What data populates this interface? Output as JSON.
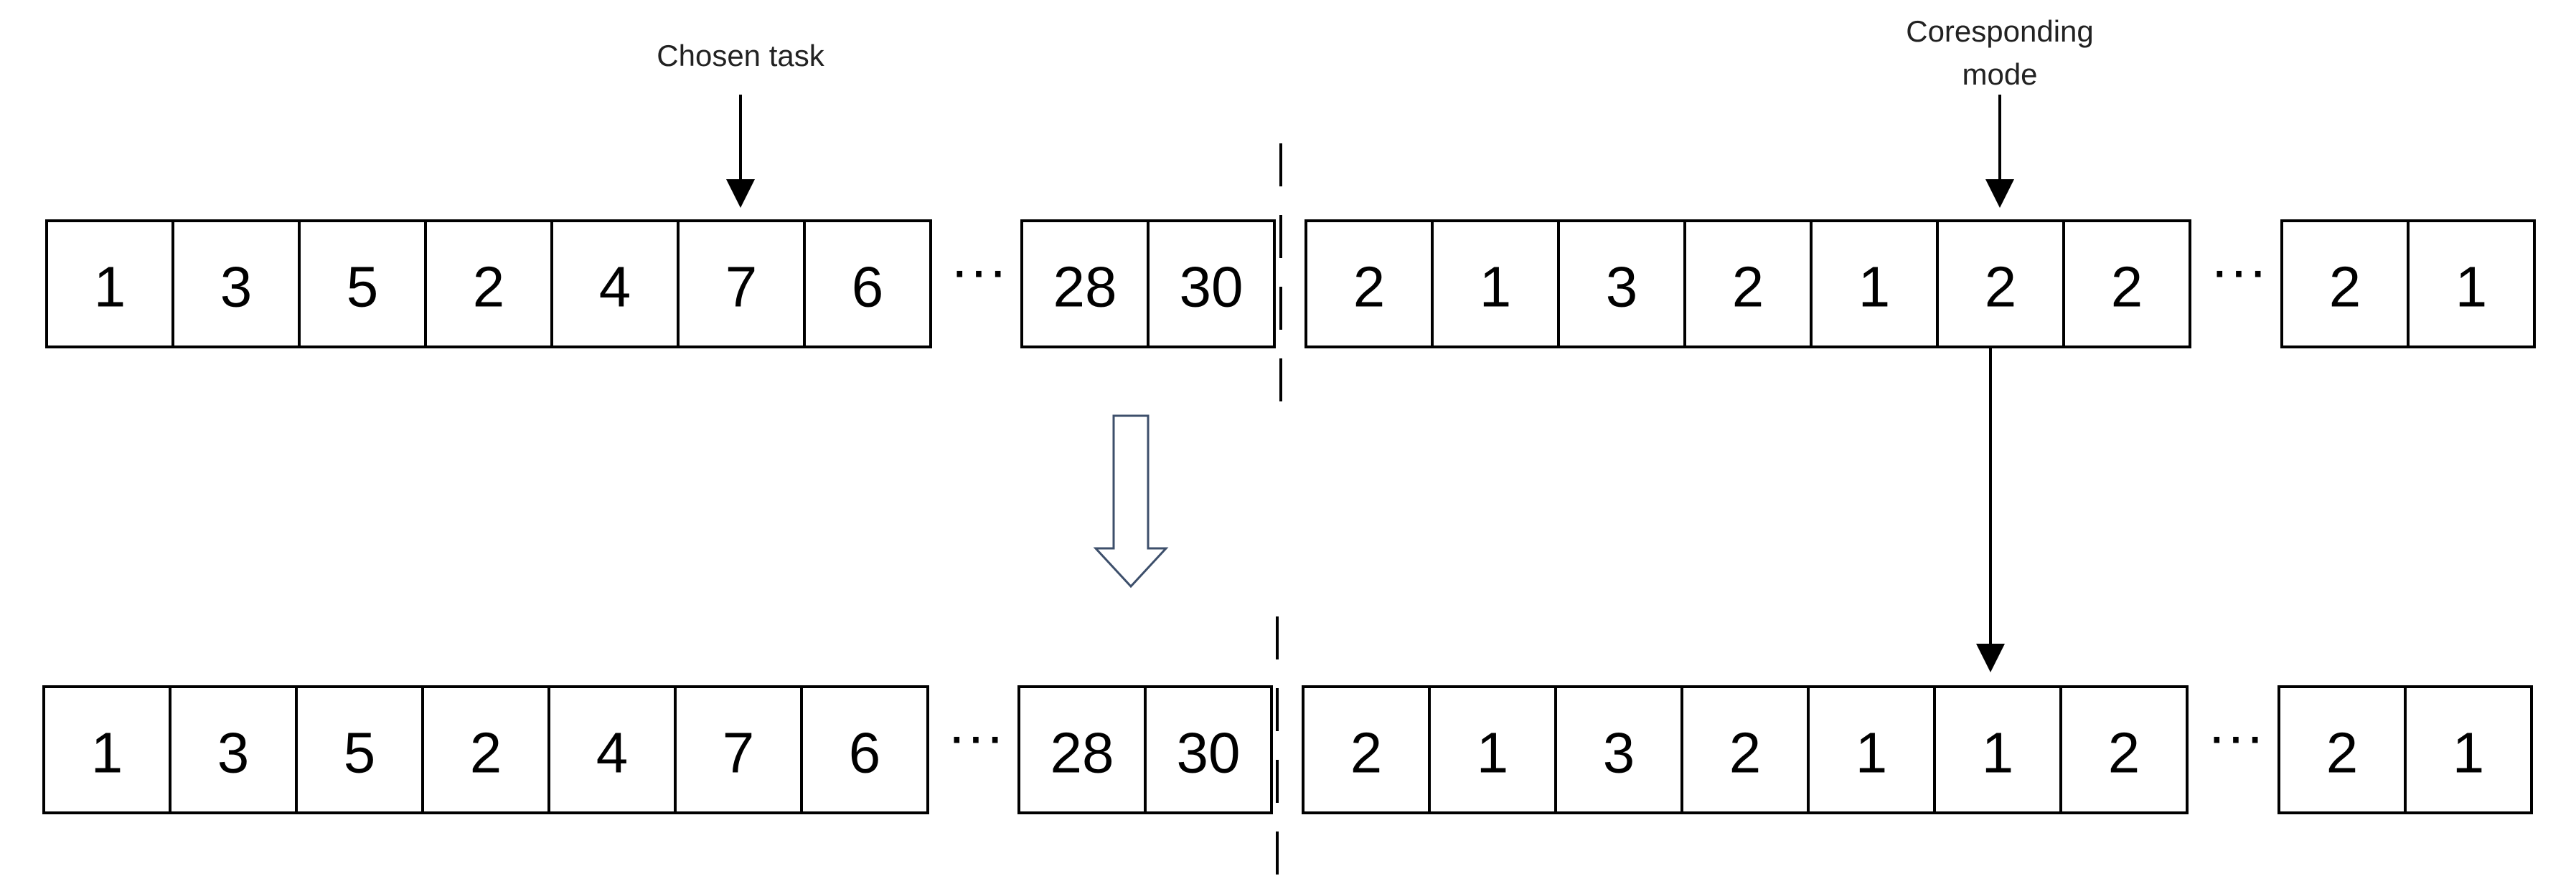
{
  "annotations": {
    "chosen_task": "Chosen task",
    "corresponding_mode_line1": "Coresponding",
    "corresponding_mode_line2": "mode"
  },
  "ellipsis": "···",
  "rows": [
    {
      "task_sequence": [
        "1",
        "3",
        "5",
        "2",
        "4",
        "7",
        "6",
        "28",
        "30"
      ],
      "mode_sequence": [
        "2",
        "1",
        "3",
        "2",
        "1",
        "2",
        "2",
        "2",
        "1"
      ]
    },
    {
      "task_sequence": [
        "1",
        "3",
        "5",
        "2",
        "4",
        "7",
        "6",
        "28",
        "30"
      ],
      "mode_sequence": [
        "2",
        "1",
        "3",
        "2",
        "1",
        "1",
        "2",
        "2",
        "1"
      ]
    }
  ],
  "highlight": {
    "chosen_task_index": 5,
    "mode_index": 5
  }
}
